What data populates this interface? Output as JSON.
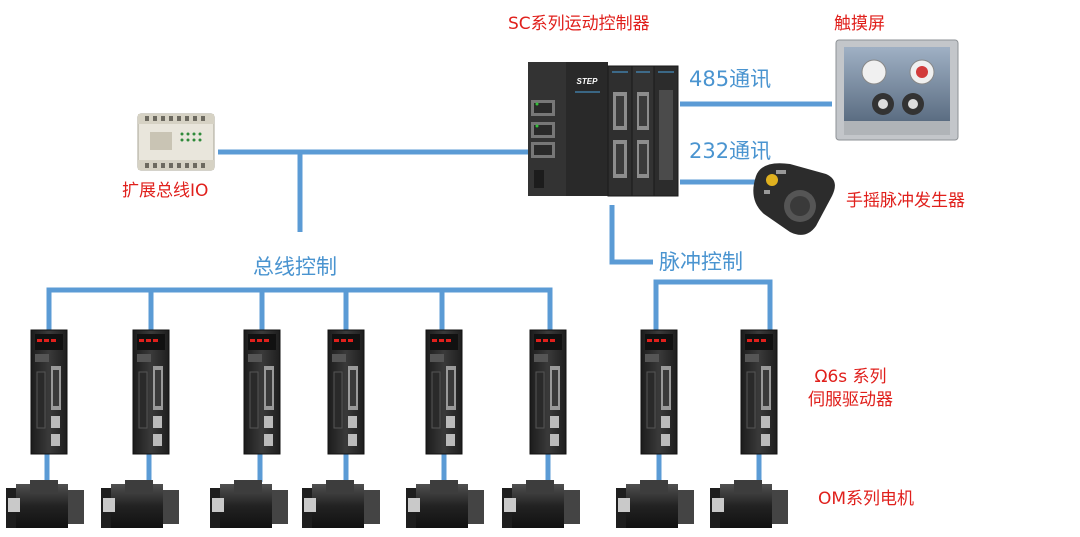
{
  "labels": {
    "controller": "SC系列运动控制器",
    "touch_screen": "触摸屏",
    "expansion_io": "扩展总线IO",
    "handwheel": "手摇脉冲发生器",
    "servo_line1": "Ω6s 系列",
    "servo_line2": "伺服驱动器",
    "motor": "OM系列电机",
    "comm_485": "485通讯",
    "comm_232": "232通讯",
    "bus_control": "总线控制",
    "pulse_control": "脉冲控制"
  },
  "controller_brand": "STEP",
  "colors": {
    "line": "#5b9bd5",
    "label_red": "#e0201c",
    "label_blue": "#4a94d0",
    "device_dark": "#2b2b2b"
  },
  "counts": {
    "bus_drives": 6,
    "pulse_drives": 2
  }
}
